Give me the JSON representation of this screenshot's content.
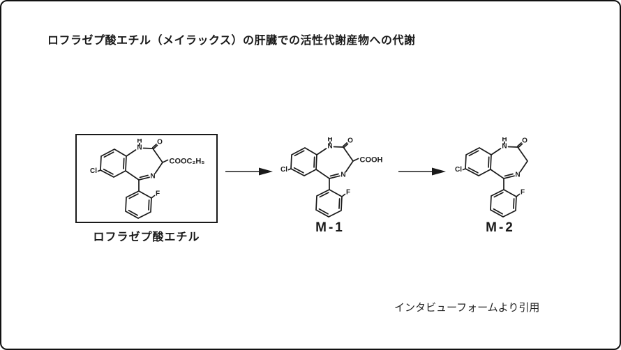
{
  "page": {
    "title": "ロフラゼプ酸エチル（メイラックス）の肝臓での活性代謝産物への代謝",
    "citation": "インタビューフォームより引用"
  },
  "atoms": {
    "nitrogen": "N",
    "hydrogen": "H",
    "oxygen": "O",
    "chlorine": "Cl",
    "fluorine": "F"
  },
  "molecules": [
    {
      "id": "ethyl-loflazepate",
      "label": "ロフラゼプ酸エチル",
      "substituent": "COOC₂H₅",
      "boxed": true
    },
    {
      "id": "metabolite-1",
      "label": "M-1",
      "substituent": "COOH",
      "boxed": false
    },
    {
      "id": "metabolite-2",
      "label": "M-2",
      "substituent": "",
      "boxed": false
    }
  ],
  "colors": {
    "ink": "#1a1a1a",
    "background": "#ffffff"
  }
}
